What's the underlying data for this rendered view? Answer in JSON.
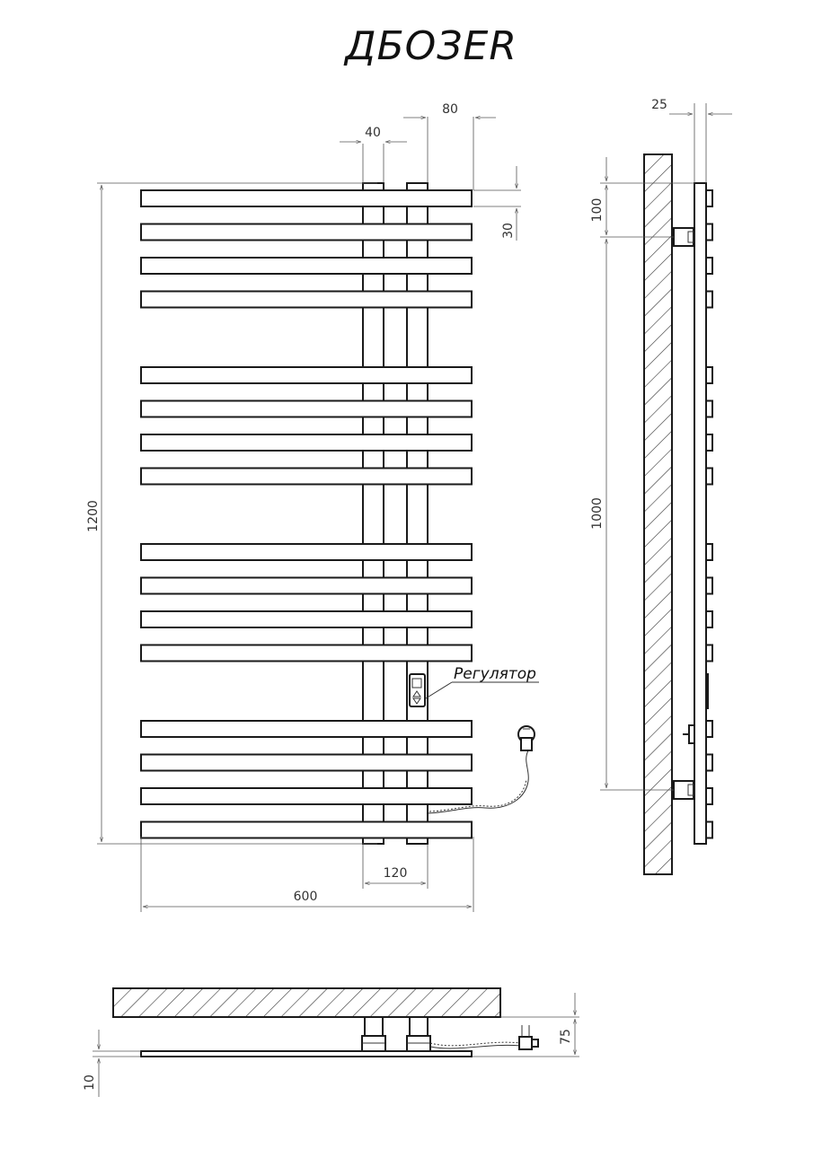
{
  "title": "ДБОЗER",
  "regulator_label": "Регулятор",
  "dimensions": {
    "front": {
      "total_height": "1200",
      "width": "600",
      "connection_spacing": "120",
      "post_width": "40",
      "post_spacing": "80",
      "bar_height": "30"
    },
    "side": {
      "depth": "25",
      "top_offset": "100",
      "mount_height": "1000"
    },
    "bottom": {
      "wall_distance": "75",
      "panel_thickness": "10"
    }
  }
}
